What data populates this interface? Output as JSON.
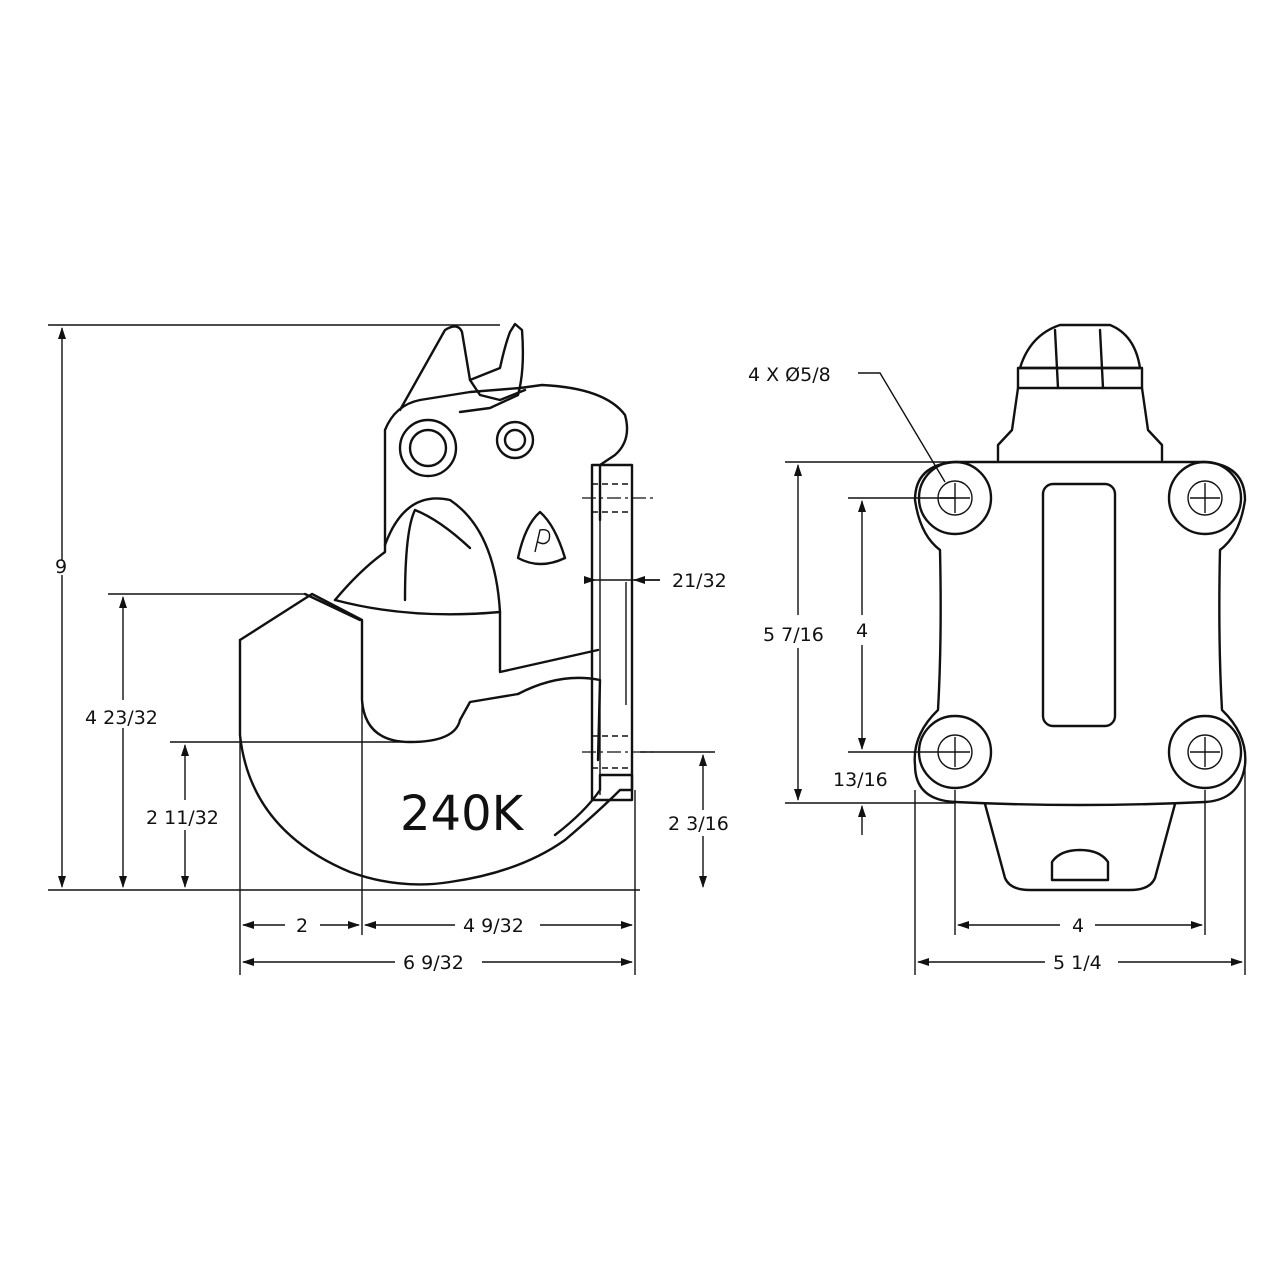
{
  "side_view": {
    "part_marking": "240K",
    "dimensions": {
      "overall_height": "9",
      "hook_top_height": "4 23/32",
      "throat_height": "2 11/32",
      "mount_hole_height": "2 3/16",
      "plate_thickness": "21/32",
      "hook_width": "2",
      "throat_to_plate": "4 9/32",
      "overall_length": "6 9/32"
    }
  },
  "front_view": {
    "hole_callout": "4 X Ø5/8",
    "dimensions": {
      "plate_height": "5 7/16",
      "hole_spacing_vertical": "4",
      "bottom_offset": "13/16",
      "hole_spacing_horizontal": "4",
      "plate_width": "5 1/4"
    }
  }
}
